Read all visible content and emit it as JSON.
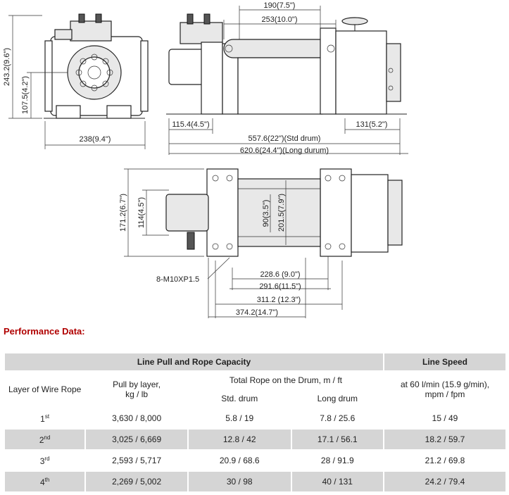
{
  "dimensions": {
    "front_width": "238(9.4\")",
    "front_height": "243.2(9.6\")",
    "front_center_height": "107.5(4.2\")",
    "side_top_1": "190(7.5\")",
    "side_top_2": "253(10.0\")",
    "side_left": "115.4(4.5\")",
    "side_right": "131(5.2\")",
    "std_drum_length": "557.6(22\")(Std drum)",
    "long_drum_length": "620.6(24.4\")(Long durum)",
    "bottom_height_1": "171.2(6.7\")",
    "bottom_height_2": "114(4.5\")",
    "drum_diameter_1": "90(3.5\")",
    "drum_diameter_2": "201.5(7.9\")",
    "bolt_spec": "8-M10XP1.5",
    "bottom_width_1": "228.6 (9.0\")",
    "bottom_width_2": "291.6(11.5\")",
    "bottom_width_3": "311.2 (12.3\")",
    "bottom_width_4": "374.2(14.7\")"
  },
  "performance": {
    "title": "Performance Data:",
    "header_line_pull": "Line Pull and Rope Capacity",
    "header_line_speed": "Line Speed",
    "col_layer": "Layer of Wire Rope",
    "col_pull_1": "Pull by layer,",
    "col_pull_2": "kg / lb",
    "col_total": "Total Rope on the Drum, m / ft",
    "col_speed_1": "at 60 l/min (15.9 g/min),",
    "col_speed_2": "mpm / fpm",
    "col_std": "Std. drum",
    "col_long": "Long drum",
    "rows": [
      {
        "layer_num": "1",
        "layer_sup": "st",
        "pull": "3,630 / 8,000",
        "std": "5.8 / 19",
        "long": "7.8 / 25.6",
        "speed": "15 / 49"
      },
      {
        "layer_num": "2",
        "layer_sup": "nd",
        "pull": "3,025 / 6,669",
        "std": "12.8 / 42",
        "long": "17.1 / 56.1",
        "speed": "18.2 / 59.7"
      },
      {
        "layer_num": "3",
        "layer_sup": "rd",
        "pull": "2,593 / 5,717",
        "std": "20.9 / 68.6",
        "long": "28 / 91.9",
        "speed": "21.2 / 69.8"
      },
      {
        "layer_num": "4",
        "layer_sup": "th",
        "pull": "2,269 / 5,002",
        "std": "30 / 98",
        "long": "40 / 131",
        "speed": "24.2 / 79.4"
      }
    ]
  }
}
